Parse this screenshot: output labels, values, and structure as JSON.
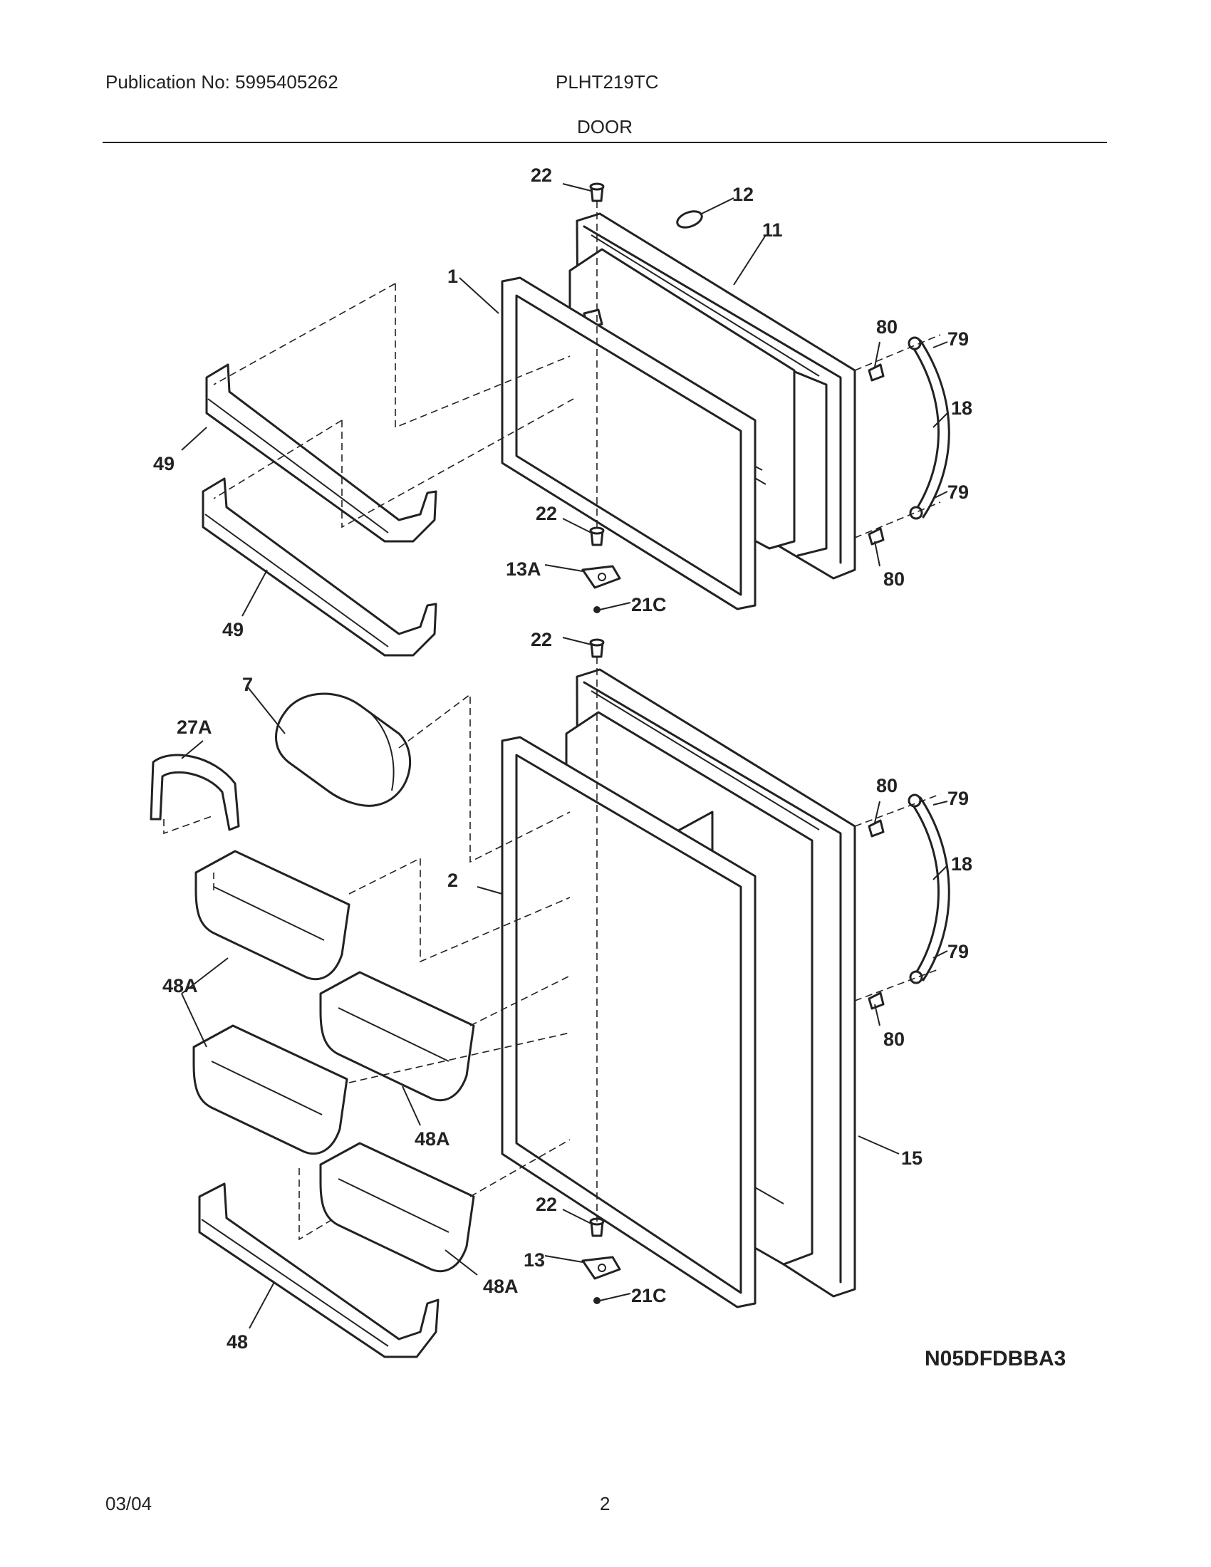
{
  "header": {
    "publication": "Publication No: 5995405262",
    "model": "PLHT219TC",
    "section": "DOOR"
  },
  "footer": {
    "date": "03/04",
    "page": "2"
  },
  "diagram": {
    "code": "N05DFDBBA3",
    "labels": {
      "l22a": "22",
      "l12": "12",
      "l11": "11",
      "l1": "1",
      "l80a": "80",
      "l79a": "79",
      "l18a": "18",
      "l79b": "79",
      "l80b": "80",
      "l49a": "49",
      "l49b": "49",
      "l22b": "22",
      "l13A": "13A",
      "l21Ca": "21C",
      "l22c": "22",
      "l7": "7",
      "l27A": "27A",
      "l2": "2",
      "l80c": "80",
      "l79c": "79",
      "l18b": "18",
      "l79d": "79",
      "l80d": "80",
      "l48Aa": "48A",
      "l48Ab": "48A",
      "l15": "15",
      "l22d": "22",
      "l13": "13",
      "l48Ac": "48A",
      "l21Cb": "21C",
      "l48": "48"
    }
  }
}
